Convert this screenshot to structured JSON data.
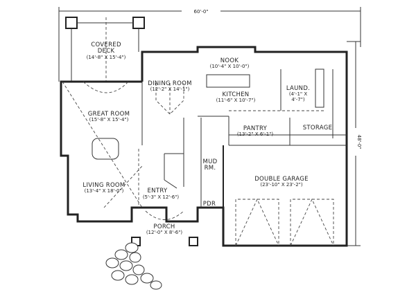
{
  "dimensions": {
    "width": "60'-0\"",
    "depth": "48'-0\""
  },
  "rooms": [
    {
      "name": "COVERED DECK",
      "line1": "COVERED",
      "line2": "DECK",
      "size": "(14'-8\" X 15'-4\")"
    },
    {
      "name": "NOOK",
      "size": "(10'-4\" X 10'-0\")"
    },
    {
      "name": "DINING ROOM",
      "size": "(12'-2\" X 14'-1\")"
    },
    {
      "name": "KITCHEN",
      "size": "(11'-6\" X 10'-7\")"
    },
    {
      "name": "LAUND.",
      "size1": "(4'-1\" X",
      "size2": "4'-7\")"
    },
    {
      "name": "GREAT ROOM",
      "size": "(15'-8\" X 15'-4\")"
    },
    {
      "name": "PANTRY",
      "size": "(13'-2\" X 6'-1\")"
    },
    {
      "name": "STORAGE"
    },
    {
      "name": "MUD RM.",
      "line1": "MUD",
      "line2": "RM."
    },
    {
      "name": "DOUBLE GARAGE",
      "size": "(23'-10\" X 23'-2\")"
    },
    {
      "name": "LIVING ROOM",
      "size": "(13'-4\" X 18'-0\")"
    },
    {
      "name": "ENTRY",
      "size": "(5'-3\" X 12'-6\")"
    },
    {
      "name": "PDR"
    },
    {
      "name": "PORCH",
      "size": "(12'-0\" X 8'-6\")"
    }
  ]
}
